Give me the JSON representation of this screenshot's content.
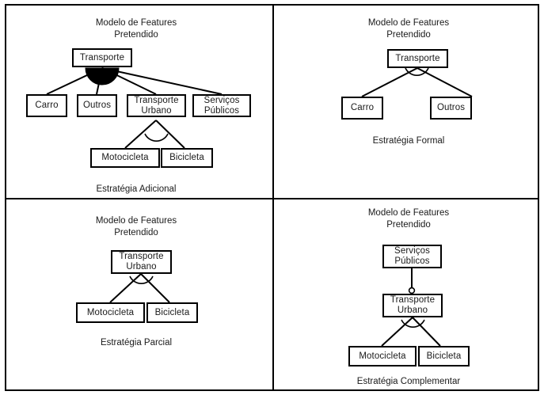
{
  "figure": {
    "name": "feature-model-evolution-strategies",
    "border_color": "#000000",
    "background_color": "#ffffff",
    "text_color": "#1a1a1a",
    "filled_arc_color": "#000000"
  },
  "shared": {
    "title_line1": "Modelo de Features",
    "title_line2": "Pretendido"
  },
  "quadrants": [
    {
      "id": "top-left",
      "caption": "Estratégia Adicional",
      "group_type": "or-filled-arc",
      "nodes": [
        {
          "id": "transporte",
          "label_line1": "Transporte",
          "label_line2": ""
        },
        {
          "id": "carro",
          "label_line1": "Carro",
          "label_line2": ""
        },
        {
          "id": "outros",
          "label_line1": "Outros",
          "label_line2": ""
        },
        {
          "id": "transporte-urbano",
          "label_line1": "Transporte",
          "label_line2": "Urbano"
        },
        {
          "id": "servicos-publicos",
          "label_line1": "Serviços",
          "label_line2": "Públicos"
        },
        {
          "id": "motocicleta",
          "label_line1": "Motocicleta",
          "label_line2": ""
        },
        {
          "id": "bicicleta",
          "label_line1": "Bicicleta",
          "label_line2": ""
        }
      ]
    },
    {
      "id": "top-right",
      "caption": "Estratégia Formal",
      "group_type": "alternative-open-arc",
      "nodes": [
        {
          "id": "transporte",
          "label_line1": "Transporte",
          "label_line2": ""
        },
        {
          "id": "carro",
          "label_line1": "Carro",
          "label_line2": ""
        },
        {
          "id": "outros",
          "label_line1": "Outros",
          "label_line2": ""
        }
      ]
    },
    {
      "id": "bottom-left",
      "caption": "Estratégia Parcial",
      "group_type": "alternative-open-arc",
      "nodes": [
        {
          "id": "transporte-urbano",
          "label_line1": "Transporte",
          "label_line2": "Urbano"
        },
        {
          "id": "motocicleta",
          "label_line1": "Motocicleta",
          "label_line2": ""
        },
        {
          "id": "bicicleta",
          "label_line1": "Bicicleta",
          "label_line2": ""
        }
      ]
    },
    {
      "id": "bottom-right",
      "caption": "Estratégia Complementar",
      "group_type": "optional-hollow-circle",
      "nodes": [
        {
          "id": "servicos-publicos",
          "label_line1": "Serviços",
          "label_line2": "Públicos"
        },
        {
          "id": "transporte-urbano",
          "label_line1": "Transporte",
          "label_line2": "Urbano"
        },
        {
          "id": "motocicleta",
          "label_line1": "Motocicleta",
          "label_line2": ""
        },
        {
          "id": "bicicleta",
          "label_line1": "Bicicleta",
          "label_line2": ""
        }
      ]
    }
  ]
}
